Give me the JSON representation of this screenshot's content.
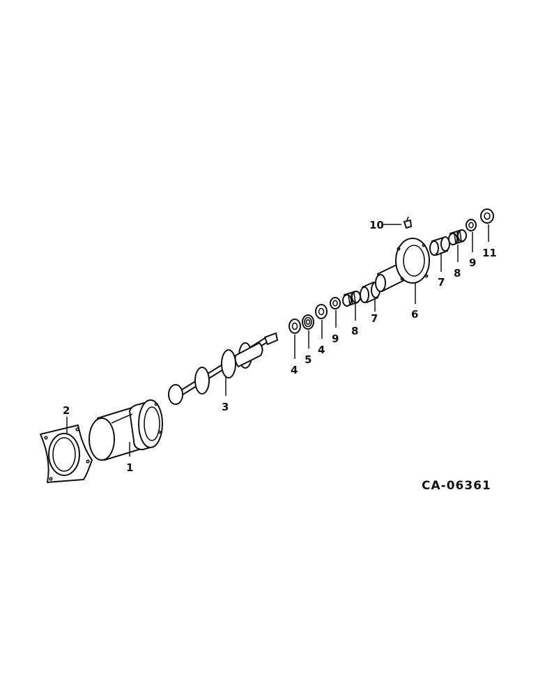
{
  "diagram": {
    "drawing_code": "CA-06361",
    "callouts": {
      "c1": "1",
      "c2": "2",
      "c3": "3",
      "c4a": "4",
      "c4b": "4",
      "c5": "5",
      "c9a": "9",
      "c8a": "8",
      "c7a": "7",
      "c6": "6",
      "c7b": "7",
      "c8b": "8",
      "c9b": "9",
      "c10": "10",
      "c11": "11"
    }
  }
}
